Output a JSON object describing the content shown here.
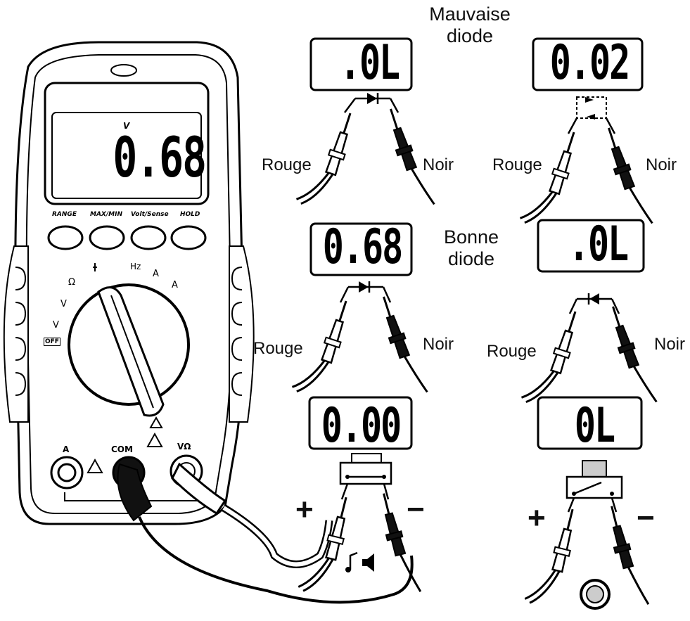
{
  "meter": {
    "display": "0.68",
    "unit": "V",
    "buttons": [
      "RANGE",
      "MAX/MIN",
      "Volt/Sense",
      "HOLD"
    ],
    "dial_symbols": [
      "Ω",
      "V",
      "V",
      "OFF",
      "Hz",
      "A",
      "A"
    ],
    "terminals": [
      "A",
      "COM",
      "VΩ"
    ]
  },
  "panels": {
    "bad_diode": {
      "title": "Mauvaise\ndiode",
      "reading_open": ".0L",
      "reading_short": "0.02",
      "red_label": "Rouge",
      "black_label": "Noir",
      "red_label_2": "Rouge",
      "black_label_2": "Noir"
    },
    "good_diode": {
      "title": "Bonne\ndiode",
      "reading_forward": "0.68",
      "reading_reverse": ".0L",
      "red_label": "Rouge",
      "black_label": "Noir",
      "red_label_2": "Rouge",
      "black_label_2": "Noir"
    },
    "continuity": {
      "reading_closed": "0.00",
      "reading_open": "0L",
      "plus": "+",
      "minus": "−"
    }
  },
  "colors": {
    "ink": "#000000",
    "paper": "#ffffff",
    "probe_black": "#111111"
  }
}
